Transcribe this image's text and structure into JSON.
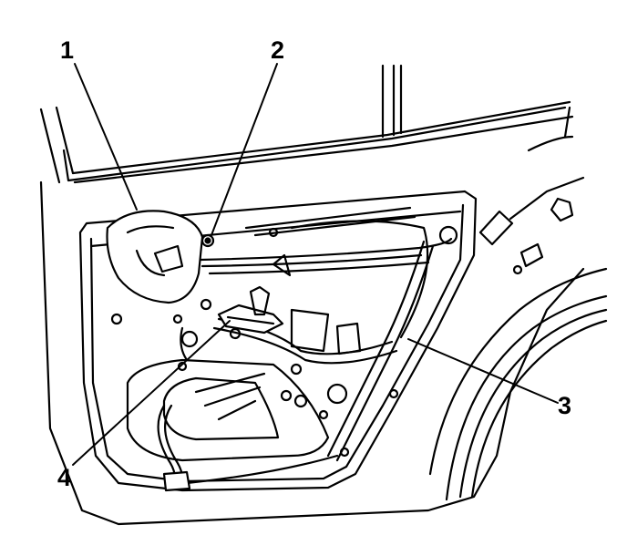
{
  "callouts": {
    "c1": "1",
    "c2": "2",
    "c3": "3",
    "c4": "4"
  },
  "colors": {
    "line": "#000000",
    "panel_fill": "#ffffff",
    "background": "#ffffff"
  },
  "icons": {
    "door": "rear-door-line-art"
  }
}
